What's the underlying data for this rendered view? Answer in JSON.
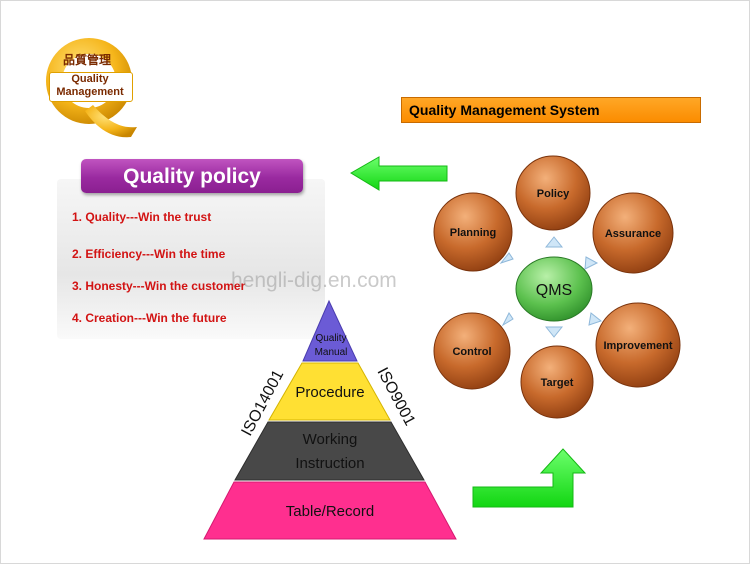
{
  "logo": {
    "line1": "品質管理",
    "line2": "Quality",
    "line3": "Management"
  },
  "banner": {
    "title": "Quality Management System"
  },
  "policy": {
    "title": "Quality policy",
    "items": [
      "1. Quality---Win the trust",
      "2. Efficiency---Win the time",
      "3. Honesty---Win the customer",
      "4. Creation---Win the future"
    ]
  },
  "watermark": "hengli-dig.en.com",
  "pyramid": {
    "levels": [
      "Quality Manual",
      "Procedure",
      "Working Instruction",
      "Table/Record"
    ],
    "left_label": "ISO14001",
    "right_label": "ISO9001"
  },
  "qms": {
    "center": "QMS",
    "nodes": [
      "Policy",
      "Assurance",
      "Improvement",
      "Target",
      "Control",
      "Planning"
    ]
  },
  "colors": {
    "banner": "#fb8c00",
    "policy_title": "#9a2aa0",
    "policy_text": "#d21313",
    "arrow": "#22ee22",
    "node": "#b5541c",
    "center": "#4caf50",
    "pyramid_top": "#6b5bd6",
    "pyramid_2": "#ffe033",
    "pyramid_3": "#484848",
    "pyramid_4": "#ff2f8f"
  }
}
